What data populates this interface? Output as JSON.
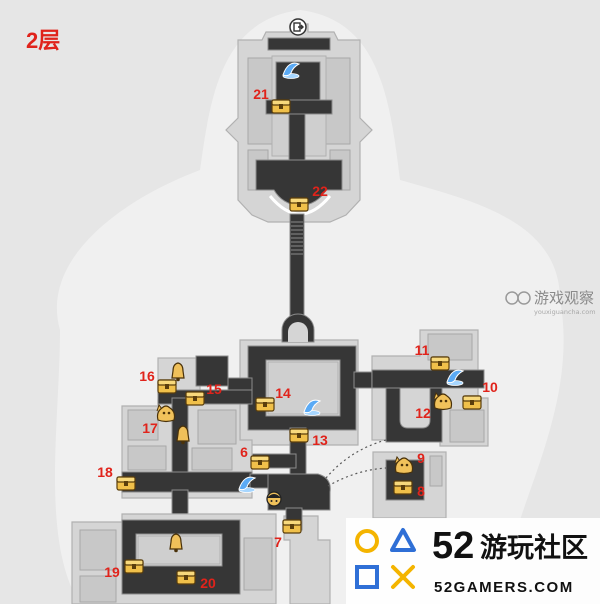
{
  "floor_label": "2层",
  "markers": [
    {
      "label": "21",
      "icon": "chest-icon"
    },
    {
      "label": "22",
      "icon": "chest-icon"
    },
    {
      "label": "11",
      "icon": "chest-icon"
    },
    {
      "label": "10",
      "icon": "chest-icon"
    },
    {
      "label": "12",
      "icon": "monster-icon"
    },
    {
      "label": "16",
      "icon": "chest-icon"
    },
    {
      "label": "15",
      "icon": "chest-icon"
    },
    {
      "label": "14",
      "icon": "chest-icon"
    },
    {
      "label": "17",
      "icon": "monster-icon"
    },
    {
      "label": "13",
      "icon": "chest-icon"
    },
    {
      "label": "6",
      "icon": "chest-icon"
    },
    {
      "label": "9",
      "icon": "monster-icon"
    },
    {
      "label": "18",
      "icon": "chest-icon"
    },
    {
      "label": "8",
      "icon": "chest-icon"
    },
    {
      "label": "7",
      "icon": "chest-icon"
    },
    {
      "label": "19",
      "icon": "chest-icon"
    },
    {
      "label": "20",
      "icon": "chest-icon"
    }
  ],
  "other_icons": [
    "exit-icon",
    "teleport-icon",
    "bell-icon",
    "npc-icon"
  ],
  "watermark": {
    "title": "游戏观察",
    "url": "youxiguancha.com",
    "icon": "gamepad-icon"
  },
  "logo": {
    "number": "52",
    "name": "游玩社区",
    "site": "52GAMERS.COM",
    "icons": [
      "circle-icon",
      "triangle-icon",
      "square-icon",
      "cross-icon"
    ]
  },
  "colors": {
    "label": "#e0231b",
    "corridor": "#363636",
    "building": "#d5d5d5",
    "room": "#c8c8c8",
    "chest": "#f0c04a",
    "teleport": "#5aaaf5",
    "logo_yellow": "#f4b400",
    "logo_blue": "#2f6fd6"
  }
}
